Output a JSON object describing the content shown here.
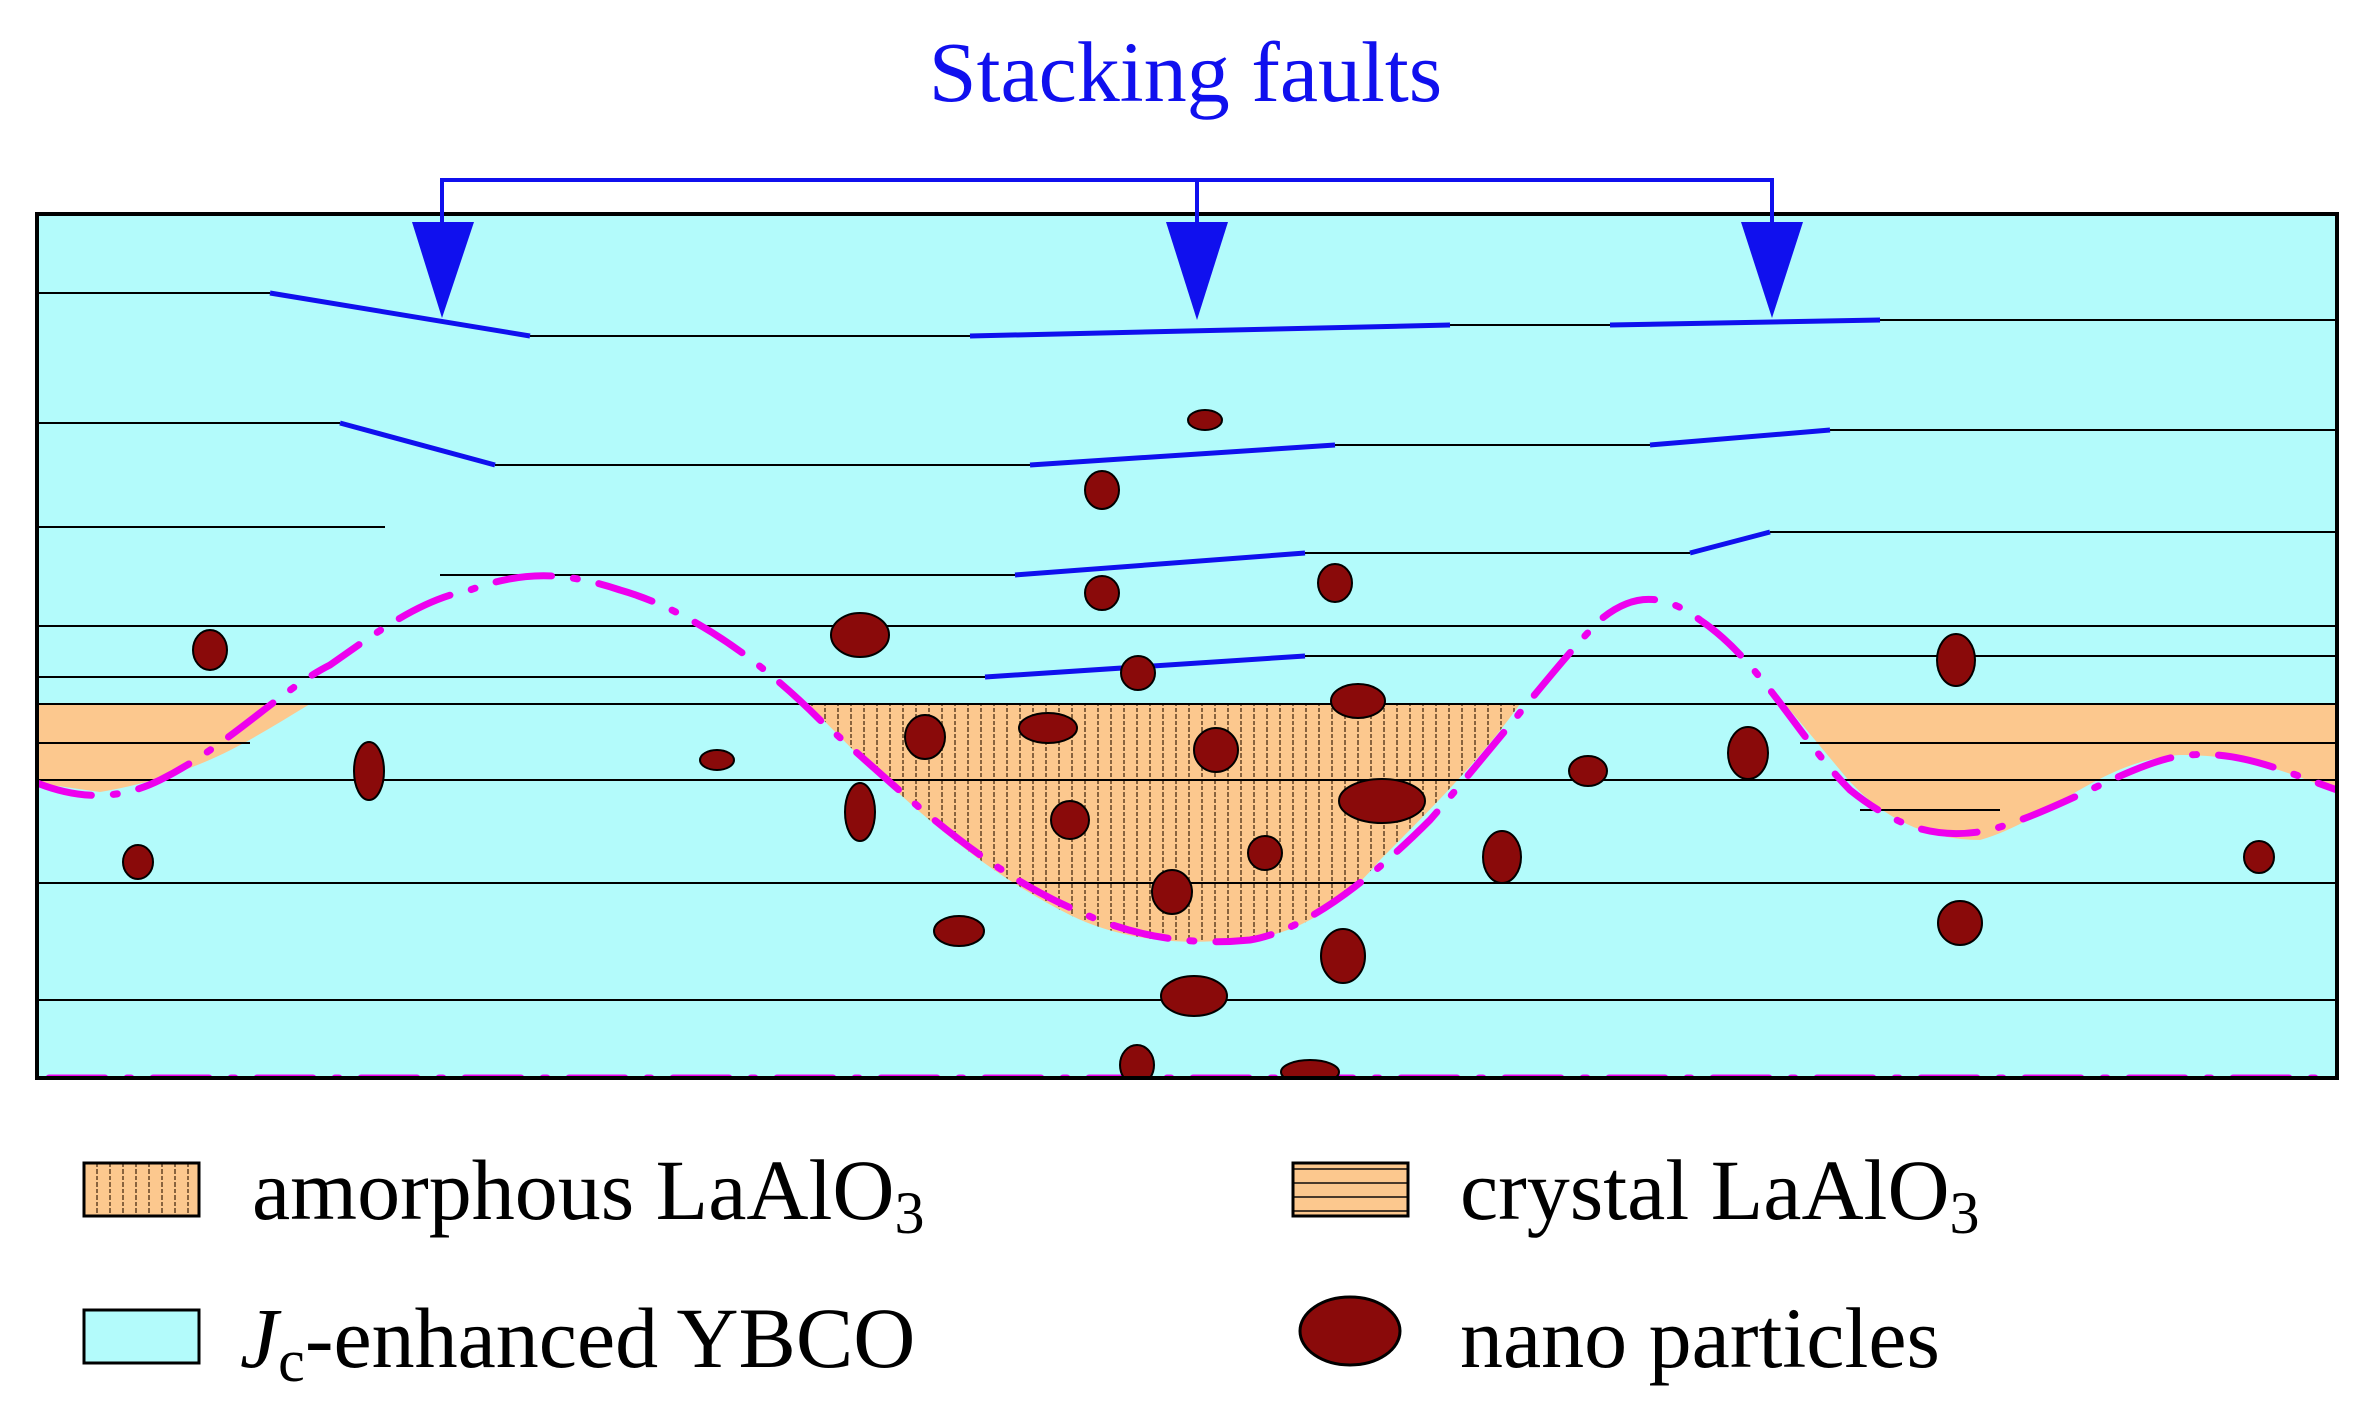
{
  "title": "Stacking faults",
  "legend": {
    "amorphous": {
      "text": "amorphous LaAlO",
      "subscript": "3"
    },
    "crystal": {
      "text": "crystal LaAlO",
      "subscript": "3"
    },
    "ybco": {
      "italic": "J",
      "subscript": "c",
      "text": "-enhanced YBCO"
    },
    "nano": {
      "text": "nano particles"
    }
  },
  "colors": {
    "ybco_fill": "#b3fbfb",
    "lao_fill": "#fcc88e",
    "nano_particle": "#8a0a0a",
    "stacking_fault": "#1010ee",
    "interface_dashes": "#ee00ee",
    "outline": "#000000"
  }
}
